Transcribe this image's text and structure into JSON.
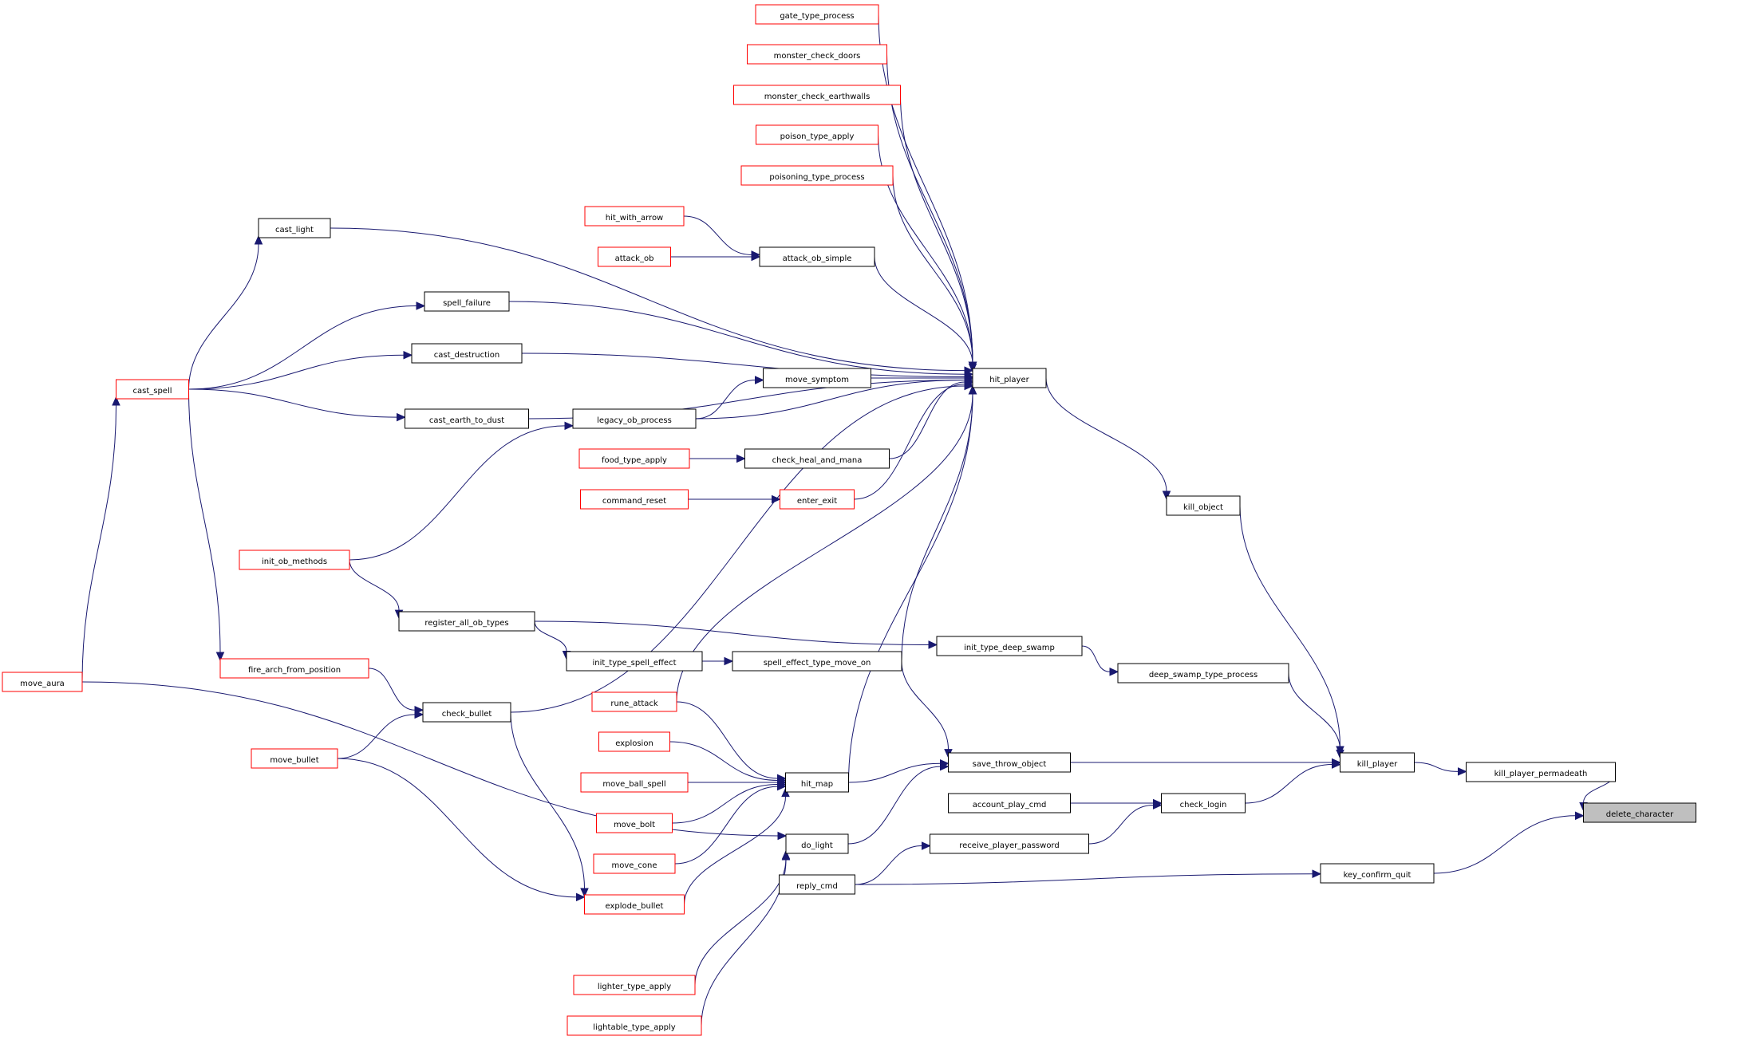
{
  "colors": {
    "edge": "#191970",
    "node_border_default": "#000000",
    "node_border_truncated": "#ff0000",
    "current_node_fill": "#bfbfbf"
  },
  "nodes": [
    {
      "id": "delete_character",
      "label": "delete_character",
      "border": "black",
      "current": true
    },
    {
      "id": "kill_player_permadeath",
      "label": "kill_player_permadeath",
      "border": "black"
    },
    {
      "id": "key_confirm_quit",
      "label": "key_confirm_quit",
      "border": "black"
    },
    {
      "id": "kill_player",
      "label": "kill_player",
      "border": "black"
    },
    {
      "id": "kill_object",
      "label": "kill_object",
      "border": "black"
    },
    {
      "id": "deep_swamp_type_process",
      "label": "deep_swamp_type_process",
      "border": "black"
    },
    {
      "id": "check_login",
      "label": "check_login",
      "border": "black"
    },
    {
      "id": "init_type_deep_swamp",
      "label": "init_type_deep_swamp",
      "border": "black"
    },
    {
      "id": "save_throw_object",
      "label": "save_throw_object",
      "border": "black"
    },
    {
      "id": "account_play_cmd",
      "label": "account_play_cmd",
      "border": "black"
    },
    {
      "id": "receive_player_password",
      "label": "receive_player_password",
      "border": "black"
    },
    {
      "id": "hit_player",
      "label": "hit_player",
      "border": "black"
    },
    {
      "id": "gate_type_process",
      "label": "gate_type_process",
      "border": "red"
    },
    {
      "id": "monster_check_doors",
      "label": "monster_check_doors",
      "border": "red"
    },
    {
      "id": "monster_check_earthwalls",
      "label": "monster_check_earthwalls",
      "border": "red"
    },
    {
      "id": "poison_type_apply",
      "label": "poison_type_apply",
      "border": "red"
    },
    {
      "id": "poisoning_type_process",
      "label": "poisoning_type_process",
      "border": "red"
    },
    {
      "id": "attack_ob_simple",
      "label": "attack_ob_simple",
      "border": "black"
    },
    {
      "id": "move_symptom",
      "label": "move_symptom",
      "border": "black"
    },
    {
      "id": "check_heal_and_mana",
      "label": "check_heal_and_mana",
      "border": "black"
    },
    {
      "id": "enter_exit",
      "label": "enter_exit",
      "border": "red"
    },
    {
      "id": "spell_effect_type_move_on",
      "label": "spell_effect_type_move_on",
      "border": "black"
    },
    {
      "id": "hit_map",
      "label": "hit_map",
      "border": "black"
    },
    {
      "id": "do_light",
      "label": "do_light",
      "border": "black"
    },
    {
      "id": "reply_cmd",
      "label": "reply_cmd",
      "border": "black"
    },
    {
      "id": "hit_with_arrow",
      "label": "hit_with_arrow",
      "border": "red"
    },
    {
      "id": "attack_ob",
      "label": "attack_ob",
      "border": "red"
    },
    {
      "id": "legacy_ob_process",
      "label": "legacy_ob_process",
      "border": "black"
    },
    {
      "id": "food_type_apply",
      "label": "food_type_apply",
      "border": "red"
    },
    {
      "id": "command_reset",
      "label": "command_reset",
      "border": "red"
    },
    {
      "id": "init_type_spell_effect",
      "label": "init_type_spell_effect",
      "border": "black"
    },
    {
      "id": "rune_attack",
      "label": "rune_attack",
      "border": "red"
    },
    {
      "id": "explosion",
      "label": "explosion",
      "border": "red"
    },
    {
      "id": "move_ball_spell",
      "label": "move_ball_spell",
      "border": "red"
    },
    {
      "id": "move_bolt",
      "label": "move_bolt",
      "border": "red"
    },
    {
      "id": "move_cone",
      "label": "move_cone",
      "border": "red"
    },
    {
      "id": "explode_bullet",
      "label": "explode_bullet",
      "border": "red"
    },
    {
      "id": "lighter_type_apply",
      "label": "lighter_type_apply",
      "border": "red"
    },
    {
      "id": "lightable_type_apply",
      "label": "lightable_type_apply",
      "border": "red"
    },
    {
      "id": "cast_light",
      "label": "cast_light",
      "border": "black"
    },
    {
      "id": "spell_failure",
      "label": "spell_failure",
      "border": "black"
    },
    {
      "id": "cast_destruction",
      "label": "cast_destruction",
      "border": "black"
    },
    {
      "id": "cast_earth_to_dust",
      "label": "cast_earth_to_dust",
      "border": "black"
    },
    {
      "id": "register_all_ob_types",
      "label": "register_all_ob_types",
      "border": "black"
    },
    {
      "id": "check_bullet",
      "label": "check_bullet",
      "border": "black"
    },
    {
      "id": "cast_spell",
      "label": "cast_spell",
      "border": "red"
    },
    {
      "id": "init_ob_methods",
      "label": "init_ob_methods",
      "border": "red"
    },
    {
      "id": "fire_arch_from_position",
      "label": "fire_arch_from_position",
      "border": "red"
    },
    {
      "id": "move_bullet",
      "label": "move_bullet",
      "border": "red"
    },
    {
      "id": "move_aura",
      "label": "move_aura",
      "border": "red"
    }
  ],
  "edges": [
    {
      "from": "kill_player_permadeath",
      "to": "delete_character"
    },
    {
      "from": "key_confirm_quit",
      "to": "delete_character"
    },
    {
      "from": "kill_player",
      "to": "kill_player_permadeath"
    },
    {
      "from": "reply_cmd",
      "to": "key_confirm_quit"
    },
    {
      "from": "kill_object",
      "to": "kill_player"
    },
    {
      "from": "deep_swamp_type_process",
      "to": "kill_player"
    },
    {
      "from": "save_throw_object",
      "to": "kill_player"
    },
    {
      "from": "check_login",
      "to": "kill_player"
    },
    {
      "from": "hit_player",
      "to": "kill_object"
    },
    {
      "from": "init_type_deep_swamp",
      "to": "deep_swamp_type_process"
    },
    {
      "from": "register_all_ob_types",
      "to": "init_type_deep_swamp"
    },
    {
      "from": "account_play_cmd",
      "to": "check_login"
    },
    {
      "from": "receive_player_password",
      "to": "check_login"
    },
    {
      "from": "reply_cmd",
      "to": "receive_player_password"
    },
    {
      "from": "spell_effect_type_move_on",
      "to": "save_throw_object"
    },
    {
      "from": "hit_map",
      "to": "save_throw_object"
    },
    {
      "from": "do_light",
      "to": "save_throw_object"
    },
    {
      "from": "gate_type_process",
      "to": "hit_player"
    },
    {
      "from": "monster_check_doors",
      "to": "hit_player"
    },
    {
      "from": "monster_check_earthwalls",
      "to": "hit_player"
    },
    {
      "from": "poison_type_apply",
      "to": "hit_player"
    },
    {
      "from": "poisoning_type_process",
      "to": "hit_player"
    },
    {
      "from": "cast_light",
      "to": "hit_player"
    },
    {
      "from": "attack_ob_simple",
      "to": "hit_player"
    },
    {
      "from": "spell_failure",
      "to": "hit_player"
    },
    {
      "from": "cast_destruction",
      "to": "hit_player"
    },
    {
      "from": "move_symptom",
      "to": "hit_player"
    },
    {
      "from": "legacy_ob_process",
      "to": "hit_player"
    },
    {
      "from": "check_heal_and_mana",
      "to": "hit_player"
    },
    {
      "from": "enter_exit",
      "to": "hit_player"
    },
    {
      "from": "cast_earth_to_dust",
      "to": "hit_player"
    },
    {
      "from": "check_bullet",
      "to": "hit_player"
    },
    {
      "from": "spell_effect_type_move_on",
      "to": "hit_player"
    },
    {
      "from": "rune_attack",
      "to": "hit_player"
    },
    {
      "from": "hit_map",
      "to": "hit_player"
    },
    {
      "from": "hit_with_arrow",
      "to": "attack_ob_simple"
    },
    {
      "from": "attack_ob",
      "to": "attack_ob_simple"
    },
    {
      "from": "legacy_ob_process",
      "to": "move_symptom"
    },
    {
      "from": "food_type_apply",
      "to": "check_heal_and_mana"
    },
    {
      "from": "command_reset",
      "to": "enter_exit"
    },
    {
      "from": "init_ob_methods",
      "to": "legacy_ob_process"
    },
    {
      "from": "init_ob_methods",
      "to": "register_all_ob_types"
    },
    {
      "from": "register_all_ob_types",
      "to": "init_type_spell_effect"
    },
    {
      "from": "init_type_spell_effect",
      "to": "spell_effect_type_move_on"
    },
    {
      "from": "rune_attack",
      "to": "hit_map"
    },
    {
      "from": "explosion",
      "to": "hit_map"
    },
    {
      "from": "move_ball_spell",
      "to": "hit_map"
    },
    {
      "from": "move_bolt",
      "to": "hit_map"
    },
    {
      "from": "move_cone",
      "to": "hit_map"
    },
    {
      "from": "explode_bullet",
      "to": "hit_map"
    },
    {
      "from": "lighter_type_apply",
      "to": "do_light"
    },
    {
      "from": "lightable_type_apply",
      "to": "do_light"
    },
    {
      "from": "cast_spell",
      "to": "cast_light"
    },
    {
      "from": "cast_spell",
      "to": "spell_failure"
    },
    {
      "from": "cast_spell",
      "to": "cast_destruction"
    },
    {
      "from": "cast_spell",
      "to": "cast_earth_to_dust"
    },
    {
      "from": "cast_spell",
      "to": "fire_arch_from_position"
    },
    {
      "from": "move_aura",
      "to": "cast_spell"
    },
    {
      "from": "fire_arch_from_position",
      "to": "check_bullet"
    },
    {
      "from": "move_bullet",
      "to": "check_bullet"
    },
    {
      "from": "check_bullet",
      "to": "explode_bullet"
    },
    {
      "from": "move_bullet",
      "to": "explode_bullet"
    },
    {
      "from": "move_aura",
      "to": "do_light"
    }
  ]
}
